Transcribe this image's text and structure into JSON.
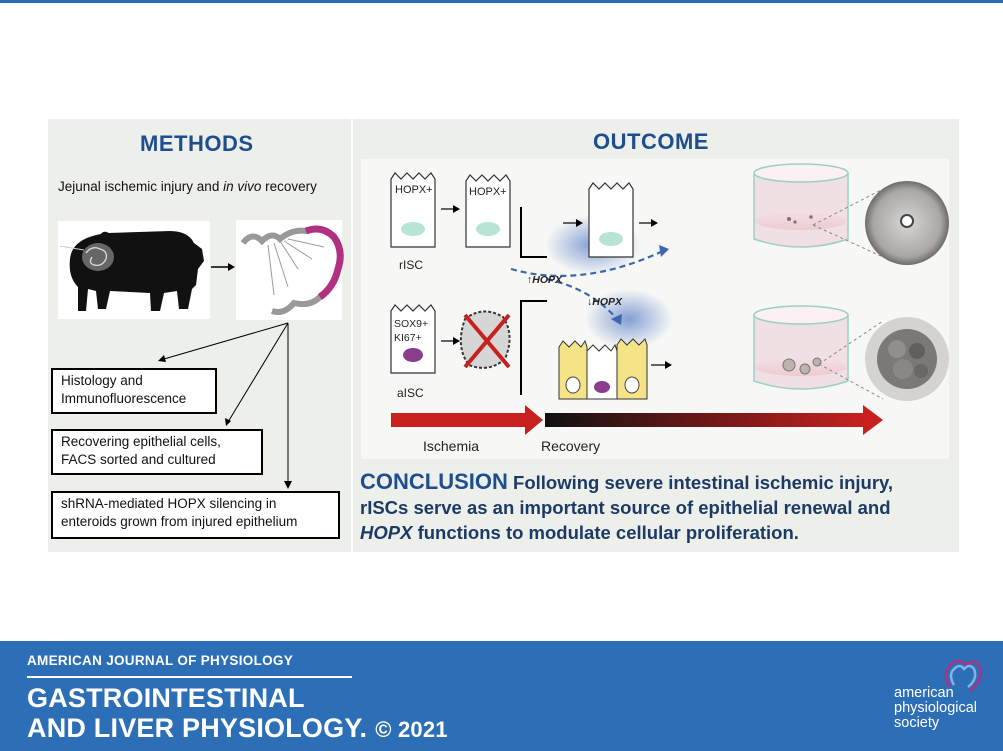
{
  "methods": {
    "title": "METHODS",
    "desc_pre": "Jejunal ischemic injury and ",
    "desc_italic": "in vivo",
    "desc_post": " recovery",
    "boxes": [
      {
        "line1": "Histology and",
        "line2": "Immunofluorescence"
      },
      {
        "line1": "Recovering epithelial cells,",
        "line2": "FACS sorted and cultured"
      },
      {
        "line1": "shRNA-mediated HOPX silencing in",
        "line2": "enteroids grown from injured epithelium"
      }
    ]
  },
  "outcome": {
    "title": "OUTCOME",
    "labels": {
      "hopx_plus_1": "HOPX+",
      "hopx_plus_2": "HOPX+",
      "risc": "rISC",
      "up_hopx": "↑HOPX",
      "down_hopx": "↓HOPX",
      "sox9": "SOX9+",
      "ki67": "KI67+",
      "aisc": "aISC",
      "ischemia": "Ischemia",
      "recovery": "Recovery"
    }
  },
  "conclusion": {
    "head": "CONCLUSION",
    "line1": " Following severe intestinal ischemic injury,",
    "line2": "rISCs serve as an important source of epithelial renewal and",
    "italic": "HOPX",
    "line3": " functions to modulate cellular proliferation."
  },
  "footer": {
    "journal": "AMERICAN JOURNAL OF PHYSIOLOGY",
    "title_line1": "GASTROINTESTINAL",
    "title_line2": "AND LIVER PHYSIOLOGY.",
    "copyright": "© 2021",
    "society_line1": "american",
    "society_line2": "physiological",
    "society_line3": "society"
  },
  "colors": {
    "banner": "#2c6fb7",
    "title_blue": "#1f4e8f",
    "intestine_highlight": "#b1307f",
    "cell_teal": "#b7e4d7",
    "cell_purple": "#8b3c8c",
    "cell_yellow": "#f4e487",
    "ischemia_red": "#c8201f"
  }
}
